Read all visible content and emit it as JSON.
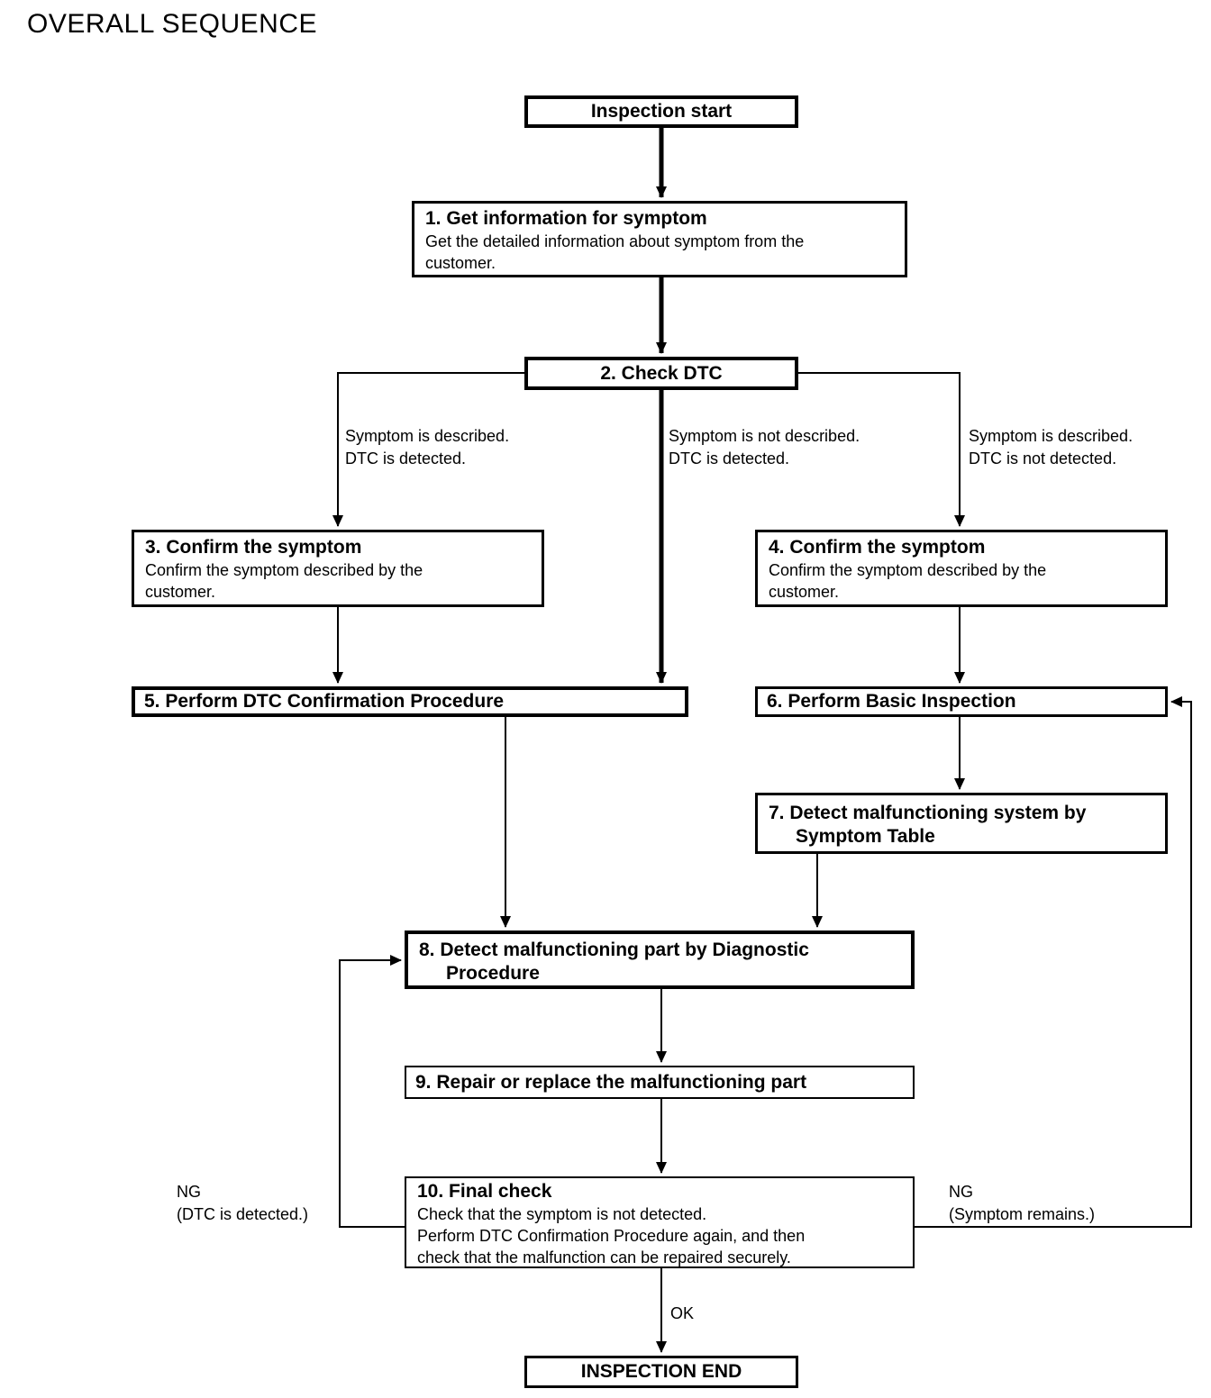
{
  "title": "OVERALL SEQUENCE",
  "nodes": {
    "start": {
      "label": "Inspection start"
    },
    "step1": {
      "title": "1. Get information for symptom",
      "desc_line1": "Get the detailed information about symptom from the",
      "desc_line2": "customer."
    },
    "step2": {
      "title": "2. Check DTC"
    },
    "step3": {
      "title": "3. Confirm the symptom",
      "desc_line1": "Confirm the symptom described by the",
      "desc_line2": "customer."
    },
    "step4": {
      "title": "4. Confirm the symptom",
      "desc_line1": "Confirm the symptom described by the",
      "desc_line2": "customer."
    },
    "step5": {
      "title": "5. Perform DTC Confirmation Procedure"
    },
    "step6": {
      "title": "6. Perform Basic Inspection"
    },
    "step7": {
      "title_line1": "7. Detect malfunctioning system by",
      "title_line2": "Symptom Table"
    },
    "step8": {
      "title_line1": "8. Detect malfunctioning part by Diagnostic",
      "title_line2": "Procedure"
    },
    "step9": {
      "title": "9. Repair or replace the malfunctioning part"
    },
    "step10": {
      "title": "10. Final check",
      "desc_line1": "Check that the symptom is not detected.",
      "desc_line2": "Perform DTC Confirmation Procedure again, and then",
      "desc_line3": "check that the malfunction can be repaired securely."
    },
    "end": {
      "label": "INSPECTION END"
    }
  },
  "edge_labels": {
    "branch_left_line1": "Symptom is described.",
    "branch_left_line2": "DTC is detected.",
    "branch_mid_line1": "Symptom is not described.",
    "branch_mid_line2": "DTC is detected.",
    "branch_right_line1": "Symptom is described.",
    "branch_right_line2": "DTC is not detected.",
    "ng_left_line1": "NG",
    "ng_left_line2": "(DTC is detected.)",
    "ng_right_line1": "NG",
    "ng_right_line2": "(Symptom remains.)",
    "ok": "OK"
  },
  "colors": {
    "line": "#000000",
    "background": "#ffffff",
    "text": "#000000"
  }
}
